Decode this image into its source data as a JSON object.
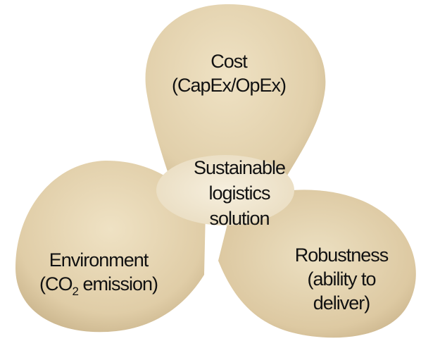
{
  "center": {
    "line1": "Sustainable",
    "line2": "logistics",
    "line3": "solution"
  },
  "blades": {
    "top": {
      "line1": "Cost",
      "line2": "(CapEx/OpEx)"
    },
    "left": {
      "line1": "Environment",
      "line2_prefix": "(CO",
      "line2_sub": "2",
      "line2_suffix": " emission)"
    },
    "right": {
      "line1": "Robustness",
      "line2": "(ability to",
      "line3": "deliver)"
    }
  },
  "colors": {
    "blade": "#e6d6b4",
    "blade_shadow": "#c9b58f",
    "hub": "#eee4cf",
    "text": "#111111"
  }
}
